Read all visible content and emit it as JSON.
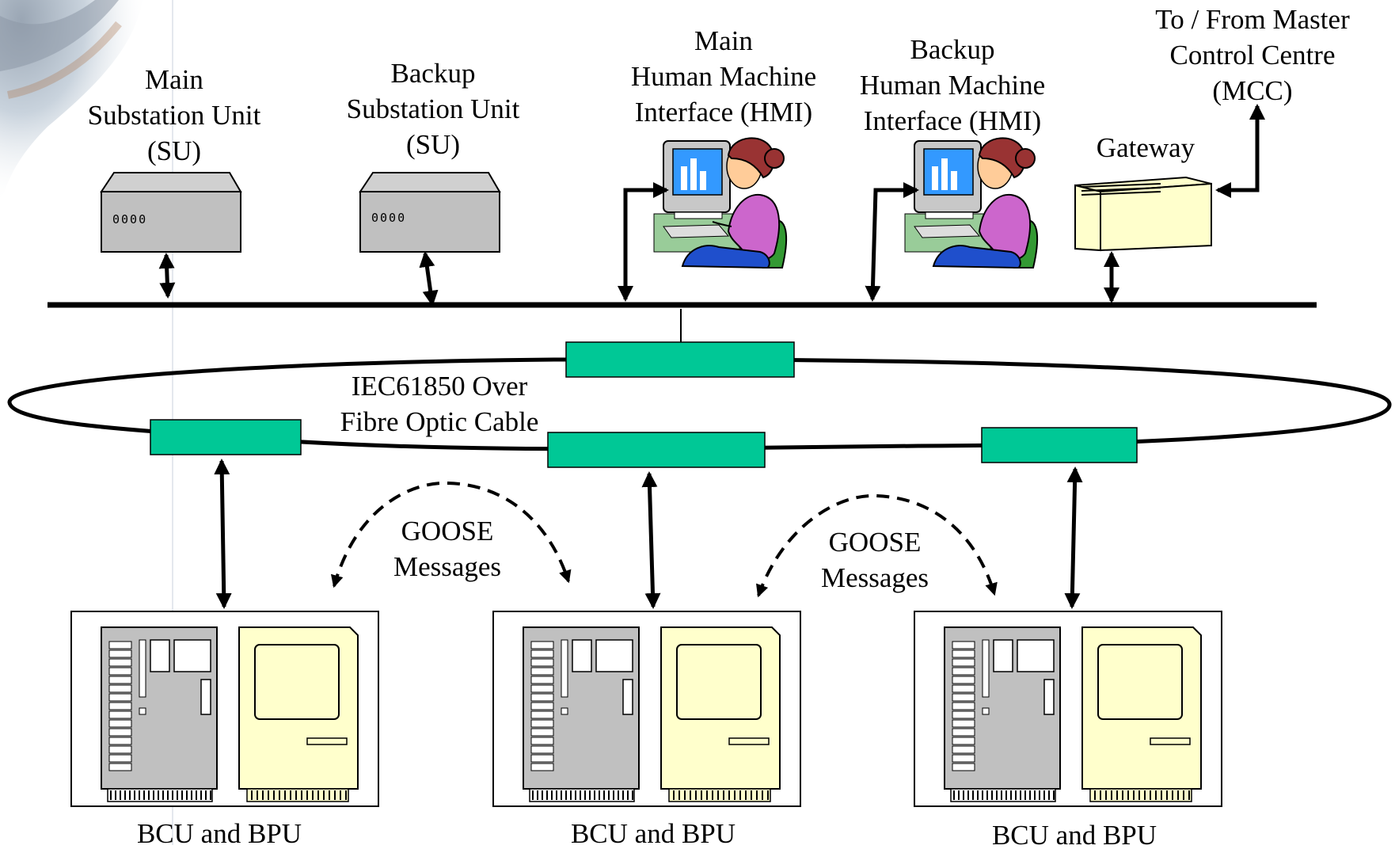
{
  "labels": {
    "main_su": [
      "Main",
      "Substation Unit",
      "(SU)"
    ],
    "backup_su": [
      "Backup",
      "Substation Unit",
      "(SU)"
    ],
    "main_hmi": [
      "Main",
      "Human Machine",
      "Interface (HMI)"
    ],
    "backup_hmi": [
      "Backup",
      "Human Machine",
      "Interface (HMI)"
    ],
    "master": [
      "To / From Master",
      "Control Centre",
      "(MCC)"
    ],
    "gateway": "Gateway",
    "ring": [
      "IEC61850 Over",
      "Fibre Optic Cable"
    ],
    "goose_left": [
      "GOOSE",
      "Messages"
    ],
    "goose_right": [
      "GOOSE",
      "Messages"
    ],
    "bay1": "BCU and BPU",
    "bay2": "BCU and BPU",
    "bay3": "BCU and BPU"
  },
  "su_panel_text": "0000",
  "colors": {
    "switch": "#00c896",
    "bcu_gray": "#c0c0c0",
    "bpu_yellow": "#ffffcc",
    "hmi_person": "#cc66cc",
    "hmi_hair": "#993333",
    "hmi_chair": "#339933",
    "screen_blue": "#3399ff"
  },
  "icons": {
    "substation_unit": "rack-box-icon",
    "hmi": "operator-at-computer-icon",
    "gateway": "gateway-box-icon",
    "bcu": "control-unit-icon",
    "bpu": "protection-unit-icon"
  }
}
